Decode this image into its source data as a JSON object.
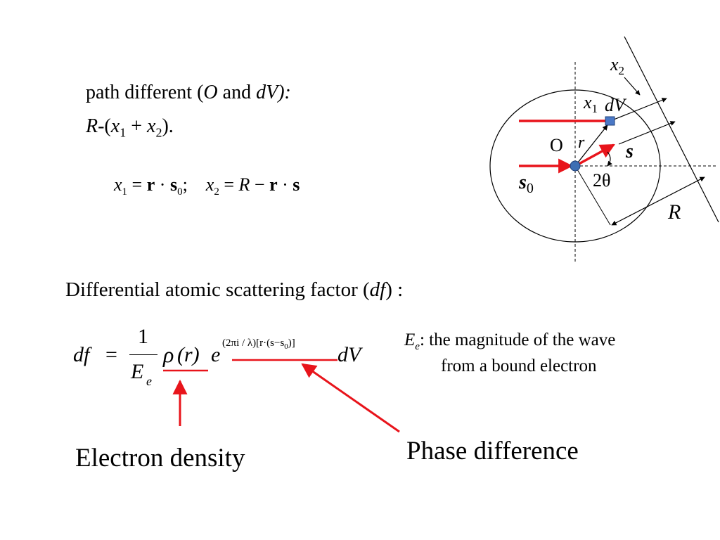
{
  "slide": {
    "path_text": {
      "prefix": "path different (",
      "o": "O",
      "and": " and ",
      "dv": "dV):",
      "line2_r": "R",
      "line2_mid": "-(",
      "x": "x",
      "sub1": "1",
      "plus": " + ",
      "x2": "x",
      "sub2": "2",
      "close": ")."
    },
    "x_equations": {
      "x1": "x",
      "x1_sub": "1",
      "eq1": " = ",
      "r1": "r",
      "dot1": " · ",
      "s0": "s",
      "s0_sub": "0",
      "semi": ";    ",
      "x2": "x",
      "x2_sub": "2",
      "eq2": " = ",
      "R": "R",
      "minus": " − ",
      "r2": "r",
      "dot2": " · ",
      "s": "s"
    },
    "heading": {
      "prefix": "Differential atomic scattering factor (",
      "df": "df",
      "suffix": ") :"
    },
    "formula": {
      "df": "df",
      "equals": "=",
      "numerator": "1",
      "denom_E": "E",
      "denom_sub": "e",
      "rho": "ρ",
      "r_paren": "(r)",
      "e": "e",
      "exponent": "(2πi / λ)[r·(s−s",
      "exponent_sub": "0",
      "exponent_end": ")]",
      "dV": "dV"
    },
    "note": {
      "E": "E",
      "sub": "e",
      "line1_rest": ": the magnitude of the wave",
      "line2": "from a bound electron"
    },
    "labels": {
      "electron_density": "Electron density",
      "phase_difference": "Phase difference"
    },
    "diagram": {
      "x2_label": "x",
      "x2_sub": "2",
      "x1_label": "x",
      "x1_sub": "1",
      "dV_label": "dV",
      "O_label": "O",
      "r_label": "r",
      "s_label": "s",
      "s0_label": "s",
      "s0_sub": "0",
      "two_theta_label": "2θ",
      "R_label": "R"
    },
    "colors": {
      "red": "#e8141b",
      "text": "#000000",
      "atom_blue": "#3d6fb4",
      "dv_box": "#4a78c6"
    }
  }
}
